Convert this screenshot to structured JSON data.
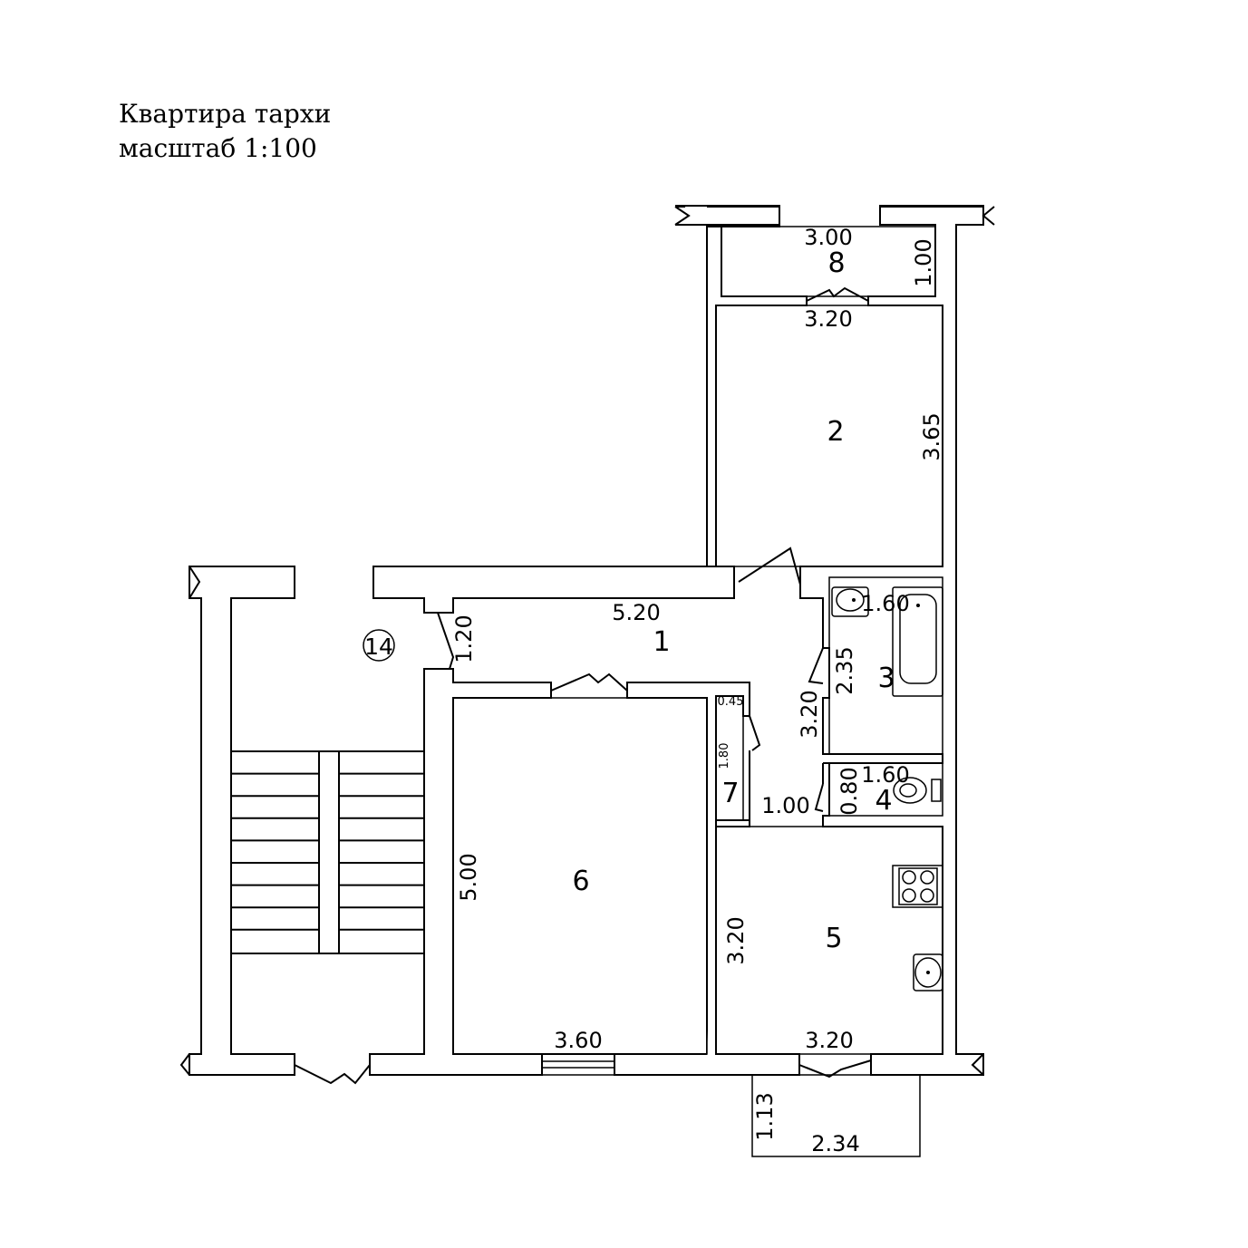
{
  "header": {
    "title": "Квартира тархи",
    "scale": "масштаб 1:100"
  },
  "rooms": [
    {
      "number": "1"
    },
    {
      "number": "2"
    },
    {
      "number": "3"
    },
    {
      "number": "4"
    },
    {
      "number": "5"
    },
    {
      "number": "6"
    },
    {
      "number": "7"
    },
    {
      "number": "8"
    }
  ],
  "stair_marker": "14",
  "dimensions": {
    "d1_width": "5.20",
    "d1_depth": "1.20",
    "d2_width": "3.20",
    "d2_depth": "3.65",
    "d3_width": "1.60",
    "d3_depth": "2.35",
    "d4_width": "1.60",
    "d4_depth": "0.80",
    "d5_width": "3.20",
    "d5_depth": "3.20",
    "d6_width": "3.60",
    "d6_depth": "5.00",
    "d7_width": "0.45",
    "d7_depth": "1.80",
    "d8_width": "3.00",
    "d8_depth": "1.00",
    "hall_width": "1.00",
    "hall_depth": "3.20",
    "balcony_width": "2.34",
    "balcony_depth": "1.13"
  }
}
